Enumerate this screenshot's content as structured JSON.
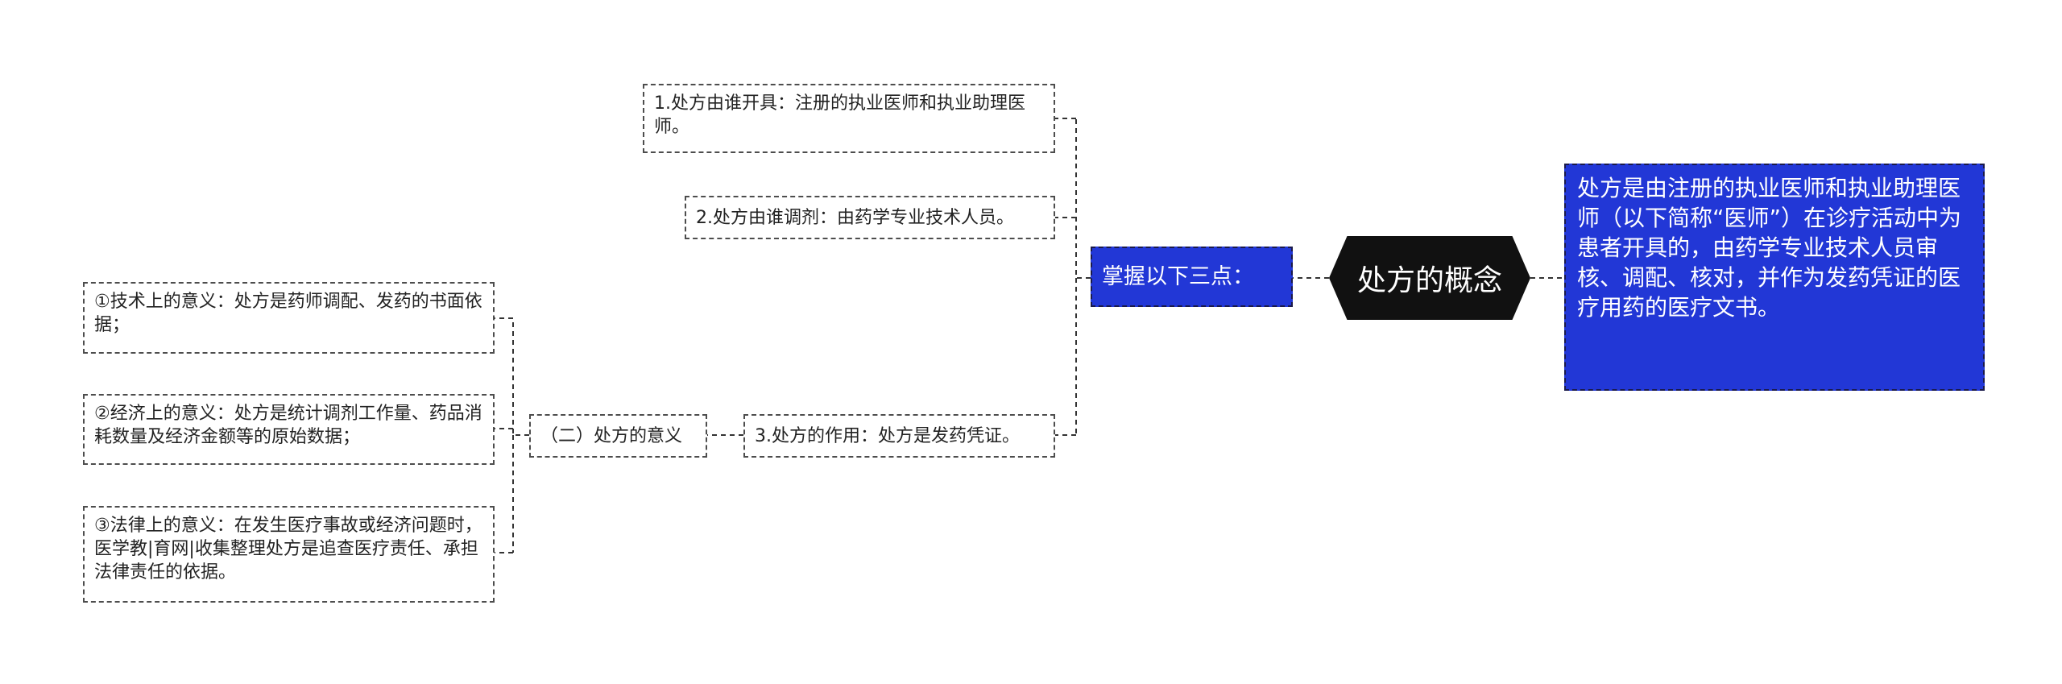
{
  "center": {
    "title": "处方的概念"
  },
  "note": {
    "text": "处方是由注册的执业医师和执业助理医师（以下简称“医师”）在诊疗活动中为患者开具的，由药学专业技术人员审核、调配、核对，并作为发药凭证的医疗用药的医疗文书。"
  },
  "branch": {
    "label": "掌握以下三点：",
    "items": [
      {
        "text": "1.处方由谁开具：注册的执业医师和执业助理医师。"
      },
      {
        "text": "2.处方由谁调剂：由药学专业技术人员。"
      },
      {
        "text": "3.处方的作用：处方是发药凭证。"
      }
    ]
  },
  "meaning": {
    "label": "（二）处方的意义",
    "items": [
      {
        "text": "①技术上的意义：处方是药师调配、发药的书面依据；"
      },
      {
        "text": "②经济上的意义：处方是统计调剂工作量、药品消耗数量及经济金额等的原始数据；"
      },
      {
        "text": "③法律上的意义：在发生医疗事故或经济问题时，医学教|育网|收集整理处方是追查医疗责任、承担法律责任的依据。"
      }
    ]
  },
  "colors": {
    "center_bg": "#111111",
    "blue_node": "#2237d6",
    "border": "#4d4d4d"
  }
}
